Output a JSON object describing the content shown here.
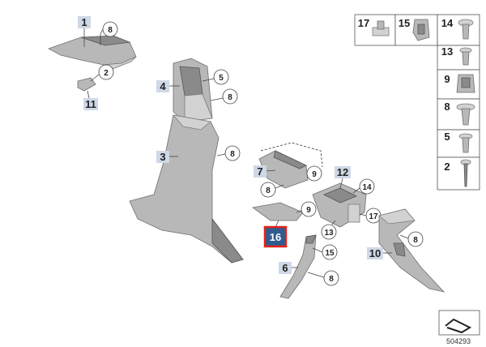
{
  "labels": {
    "p1": "1",
    "p2": "2",
    "p3": "3",
    "p4": "4",
    "p5": "5",
    "p6": "6",
    "p7": "7",
    "p8": "8",
    "p9": "9",
    "p10": "10",
    "p11": "11",
    "p12": "12",
    "p13": "13",
    "p14": "14",
    "p15": "15",
    "p16": "16",
    "p17": "17"
  },
  "legend_grid": {
    "row0": [
      "17",
      "15",
      "14"
    ],
    "col": [
      "13",
      "9",
      "8",
      "5",
      "2"
    ]
  },
  "reference_number": "504293",
  "colors": {
    "highlight": "#2f5c8f",
    "highlight_border": "#e2231a",
    "label_bg": "#cfd8e6"
  }
}
